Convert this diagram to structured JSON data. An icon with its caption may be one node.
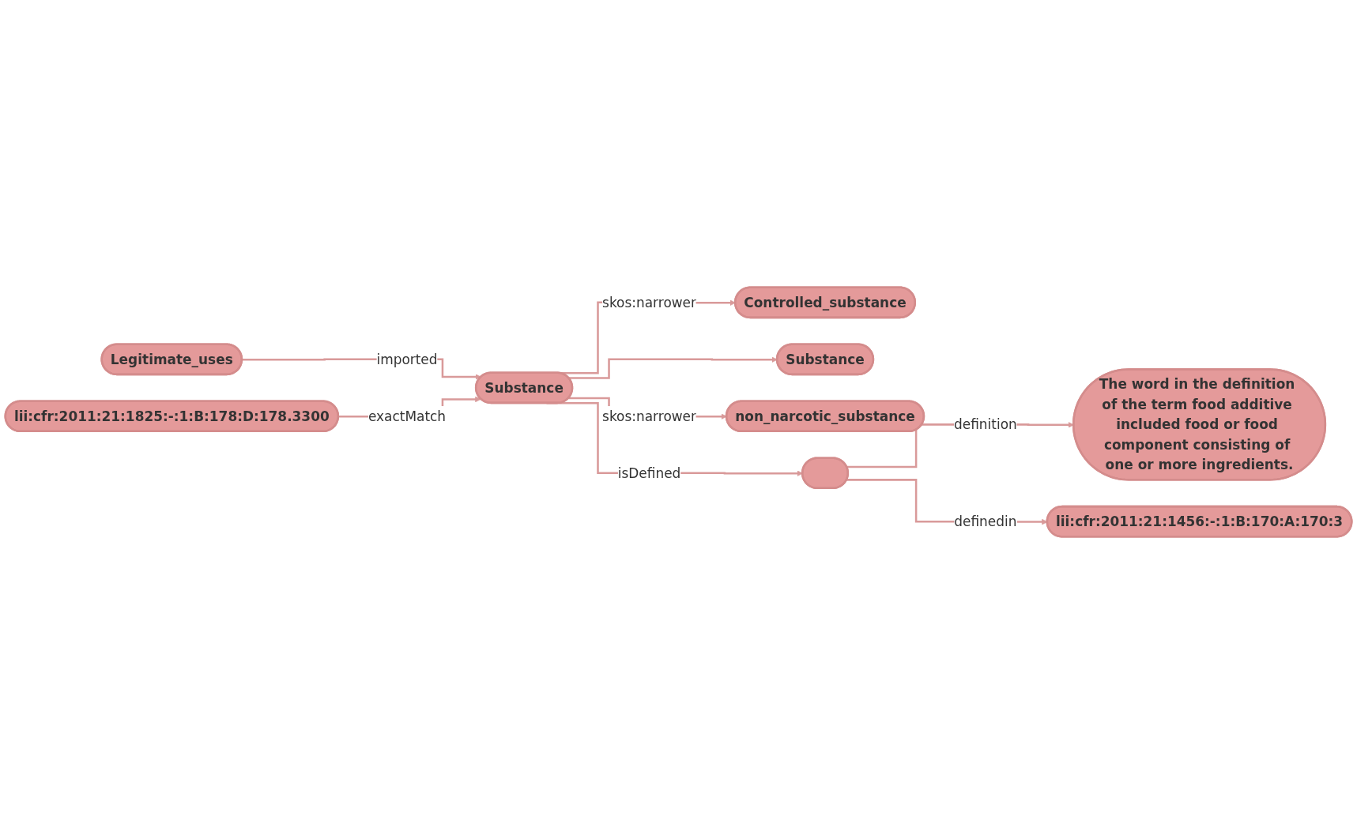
{
  "diagram": {
    "nodes": [
      {
        "text": [
          "Controlled_substance"
        ]
      },
      {
        "text": [
          "Legitimate_uses"
        ]
      },
      {
        "text": [
          "Substance"
        ]
      },
      {
        "text": [
          "Substance"
        ]
      },
      {
        "text": [
          "non_narcotic_substance"
        ]
      },
      {
        "text": [
          "The word in the definition of the term food additive included food or food component consisting of one or more ingredients."
        ]
      },
      {
        "text": [],
        "shape": "stadium"
      },
      {
        "text": [
          "lii:cfr:2011:21:1825:-:1:B:178:D:178.3300"
        ]
      },
      {
        "text": [
          "lii:cfr:2011:21:1456:-:1:B:170:A:170:3"
        ]
      }
    ],
    "edges": [
      {
        "from": 2,
        "to": 0,
        "arrow": "to",
        "label": "skos:narrower"
      },
      {
        "from": 1,
        "to": 2,
        "arrow": "to",
        "label": "imported"
      },
      {
        "from": 2,
        "to": 3,
        "arrow": "to"
      },
      {
        "from": 2,
        "to": 4,
        "arrow": "to",
        "label": "skos:narrower"
      },
      {
        "from": 2,
        "to": 6,
        "arrow": "to",
        "label": "isDefined"
      },
      {
        "from": 6,
        "to": 5,
        "arrow": "to",
        "label": "definition"
      },
      {
        "from": 6,
        "to": 8,
        "arrow": "to",
        "label": "definedin"
      },
      {
        "from": 7,
        "to": 2,
        "arrow": "to",
        "label": "exactMatch"
      }
    ]
  }
}
